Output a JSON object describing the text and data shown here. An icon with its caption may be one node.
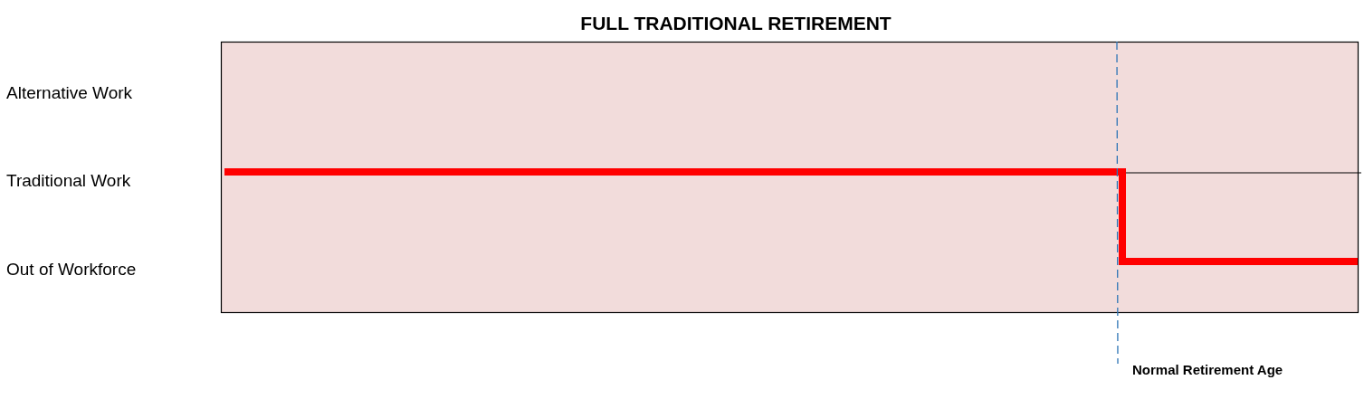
{
  "diagram": {
    "title": "FULL TRADITIONAL RETIREMENT",
    "labels": [
      "Alternative Work",
      "Traditional Work",
      "Out of Workforce",
      "Normal Retirement Age"
    ]
  }
}
